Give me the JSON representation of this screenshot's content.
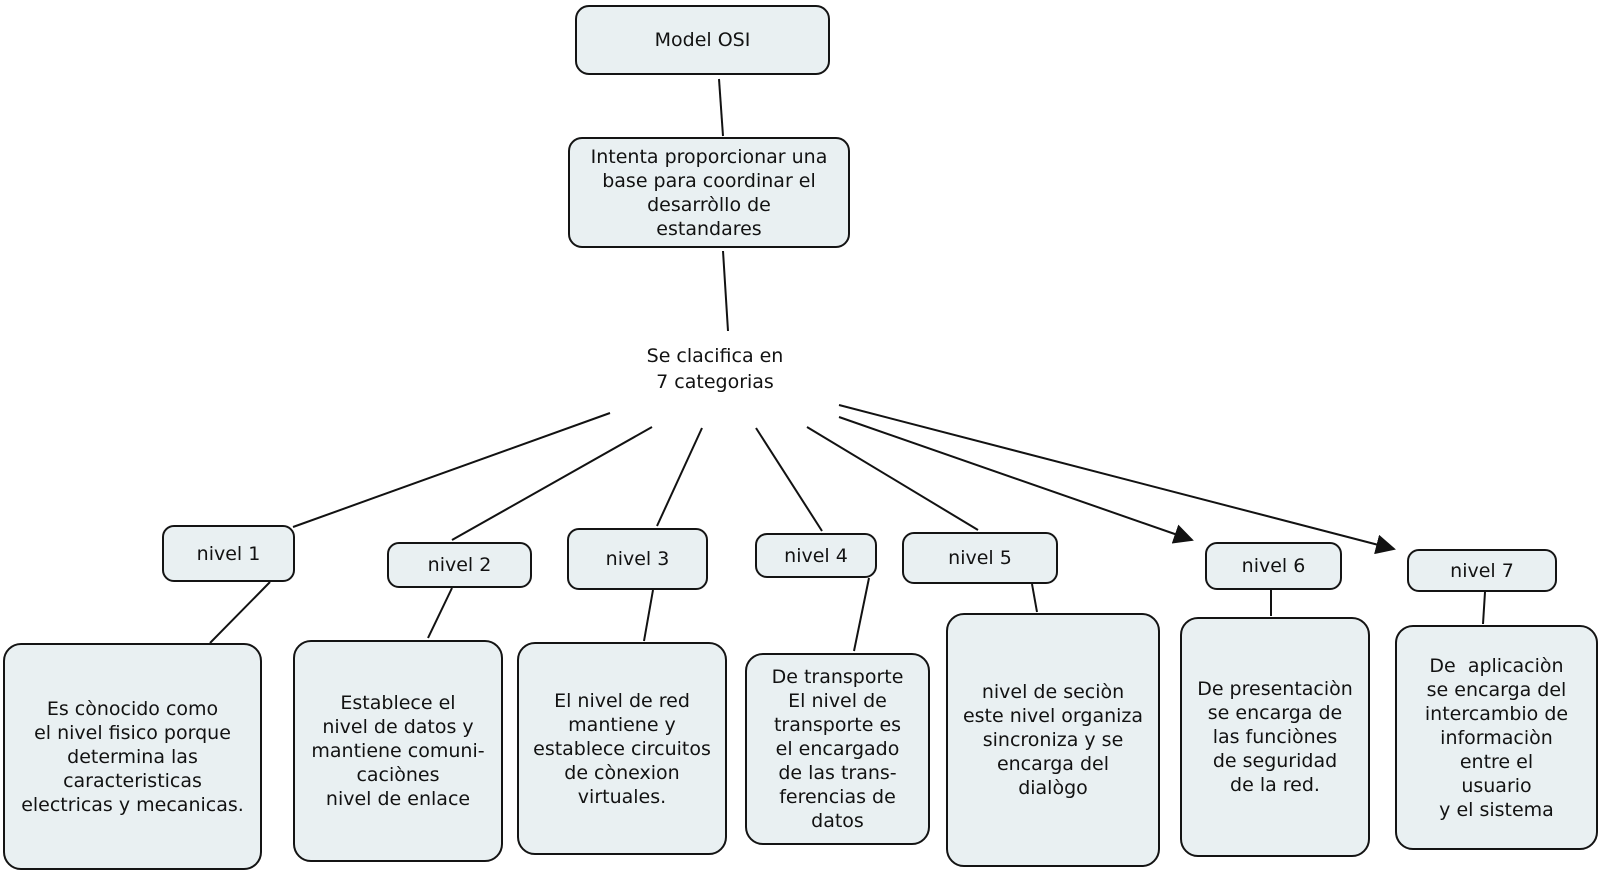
{
  "diagram": {
    "title": "Model OSI",
    "intro": "Intenta proporcionar una\nbase para coordinar el\ndesarròllo de\nestandares",
    "classifier": "Se clacifica en\n7 categorias",
    "levels": [
      {
        "label": "nivel 1",
        "description": "Es cònocido como\nel nivel fisico porque\ndetermina las\ncaracteristicas\nelectricas y mecanicas."
      },
      {
        "label": "nivel 2",
        "description": "Establece el\nnivel de datos y\nmantiene comuni-\ncaciònes\nnivel de enlace"
      },
      {
        "label": "nivel 3",
        "description": "El nivel de red\nmantiene y\nestablece circuitos\nde cònexion\nvirtuales."
      },
      {
        "label": "nivel 4",
        "description": "De transporte\nEl nivel de\ntransporte es\nel encargado\nde las trans-\nferencias de\ndatos"
      },
      {
        "label": "nivel 5",
        "description": "nivel de seciòn\neste nivel organiza\nsincroniza y se\nencarga del\ndialògo"
      },
      {
        "label": "nivel 6",
        "description": "De presentaciòn\nse encarga de\nlas funciònes\nde seguridad\nde la red."
      },
      {
        "label": "nivel 7",
        "description": "De  aplicaciòn\nse encarga del\nintercambio de\ninformaciòn\nentre el\nusuario\ny el sistema"
      }
    ],
    "colors": {
      "background": "#ffffff",
      "box_fill": "#e9f0f2",
      "box_border": "#141414",
      "line": "#121212",
      "text": "#121212"
    }
  }
}
